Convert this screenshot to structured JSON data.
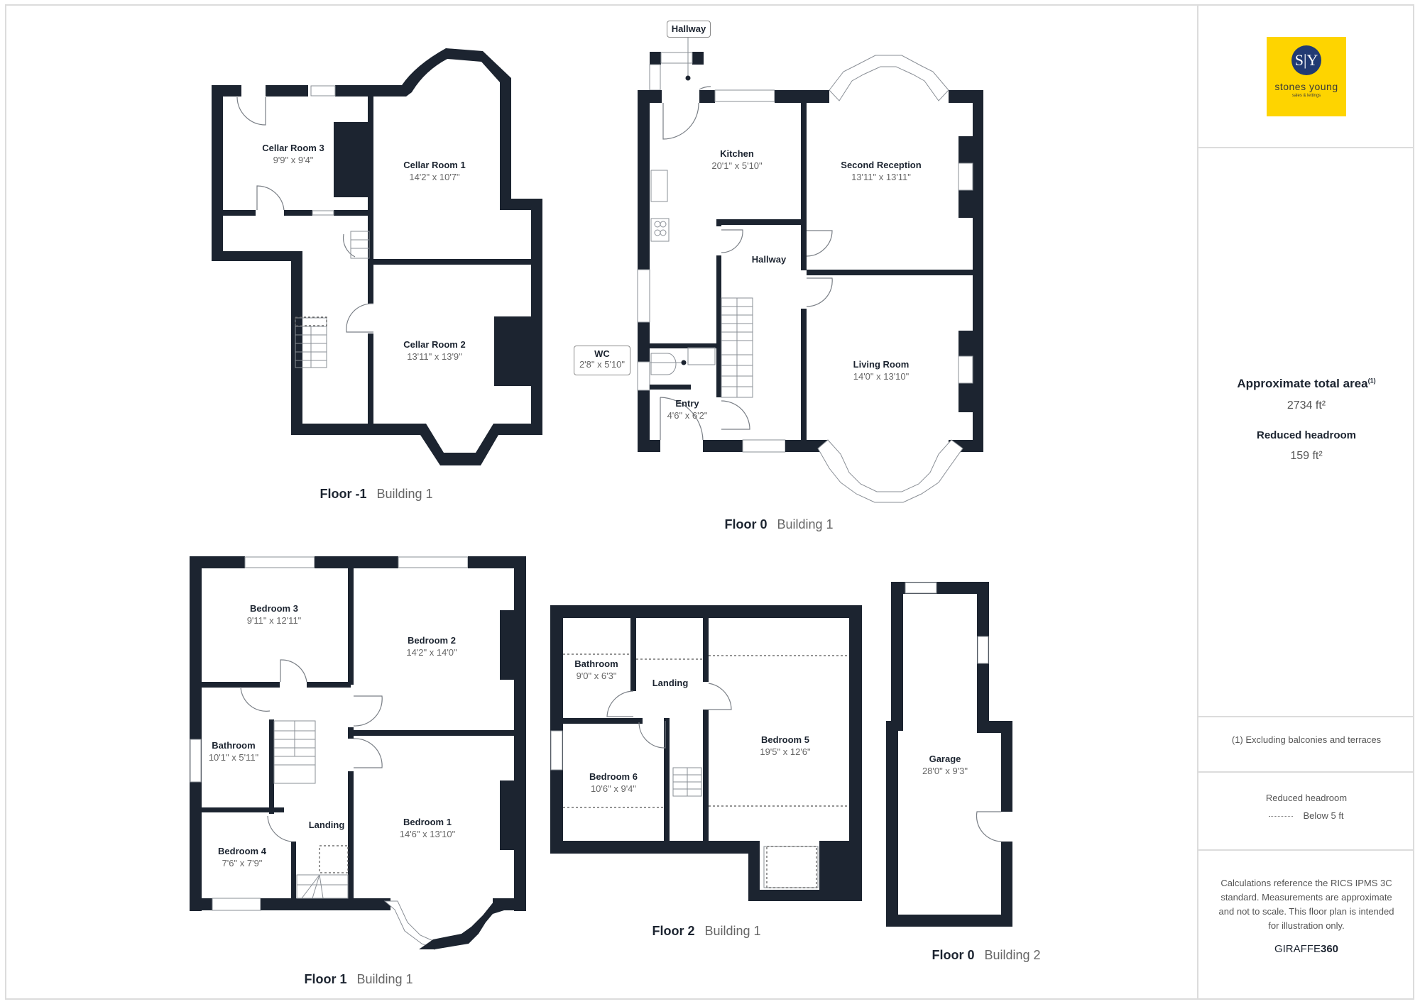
{
  "brand": {
    "logo_initials": "S|Y",
    "logo_name": "stones young",
    "logo_tagline": "sales & lettings",
    "colors": {
      "logo_bg": "#fed400",
      "logo_circle": "#213a73",
      "wall": "#1c2430"
    }
  },
  "summary": {
    "total_area_title": "Approximate total area",
    "total_area_footnote_mark": "(1)",
    "total_area_value": "2734 ft²",
    "reduced_headroom_title": "Reduced headroom",
    "reduced_headroom_value": "159 ft²"
  },
  "footnote": "(1) Excluding balconies and terraces",
  "legend": {
    "title": "Reduced headroom",
    "line_style": "dotted",
    "label": "Below 5 ft"
  },
  "disclaimer": "Calculations reference the RICS IPMS 3C standard. Measurements are approximate and not to scale. This floor plan is intended for illustration only.",
  "powered_by": {
    "prefix": "GIRAFFE",
    "suffix": "360"
  },
  "floors": [
    {
      "floor": "Floor -1",
      "building": "Building 1",
      "rooms": [
        {
          "name": "Cellar Room 3",
          "dims": "9'9\" x 9'4\""
        },
        {
          "name": "Cellar Room 1",
          "dims": "14'2\" x 10'7\""
        },
        {
          "name": "Cellar Room 2",
          "dims": "13'11\" x 13'9\""
        }
      ]
    },
    {
      "floor": "Floor 0",
      "building": "Building 1",
      "rooms": [
        {
          "name": "Kitchen",
          "dims": "20'1\" x 5'10\""
        },
        {
          "name": "Second Reception",
          "dims": "13'11\" x 13'11\""
        },
        {
          "name": "Hallway",
          "dims": ""
        },
        {
          "name": "Living Room",
          "dims": "14'0\" x 13'10\""
        },
        {
          "name": "Entry",
          "dims": "4'6\" x 6'2\""
        }
      ],
      "callouts": [
        {
          "name": "Hallway",
          "dims": ""
        },
        {
          "name": "WC",
          "dims": "2'8\" x 5'10\""
        }
      ]
    },
    {
      "floor": "Floor 1",
      "building": "Building 1",
      "rooms": [
        {
          "name": "Bedroom 3",
          "dims": "9'11\" x 12'11\""
        },
        {
          "name": "Bedroom 2",
          "dims": "14'2\" x 14'0\""
        },
        {
          "name": "Bathroom",
          "dims": "10'1\" x 5'11\""
        },
        {
          "name": "Landing",
          "dims": ""
        },
        {
          "name": "Bedroom 1",
          "dims": "14'6\" x 13'10\""
        },
        {
          "name": "Bedroom 4",
          "dims": "7'6\" x 7'9\""
        }
      ]
    },
    {
      "floor": "Floor 2",
      "building": "Building 1",
      "rooms": [
        {
          "name": "Bathroom",
          "dims": "9'0\" x 6'3\""
        },
        {
          "name": "Landing",
          "dims": ""
        },
        {
          "name": "Bedroom 5",
          "dims": "19'5\" x 12'6\""
        },
        {
          "name": "Bedroom 6",
          "dims": "10'6\" x 9'4\""
        }
      ]
    },
    {
      "floor": "Floor 0",
      "building": "Building 2",
      "rooms": [
        {
          "name": "Garage",
          "dims": "28'0\" x 9'3\""
        }
      ]
    }
  ]
}
